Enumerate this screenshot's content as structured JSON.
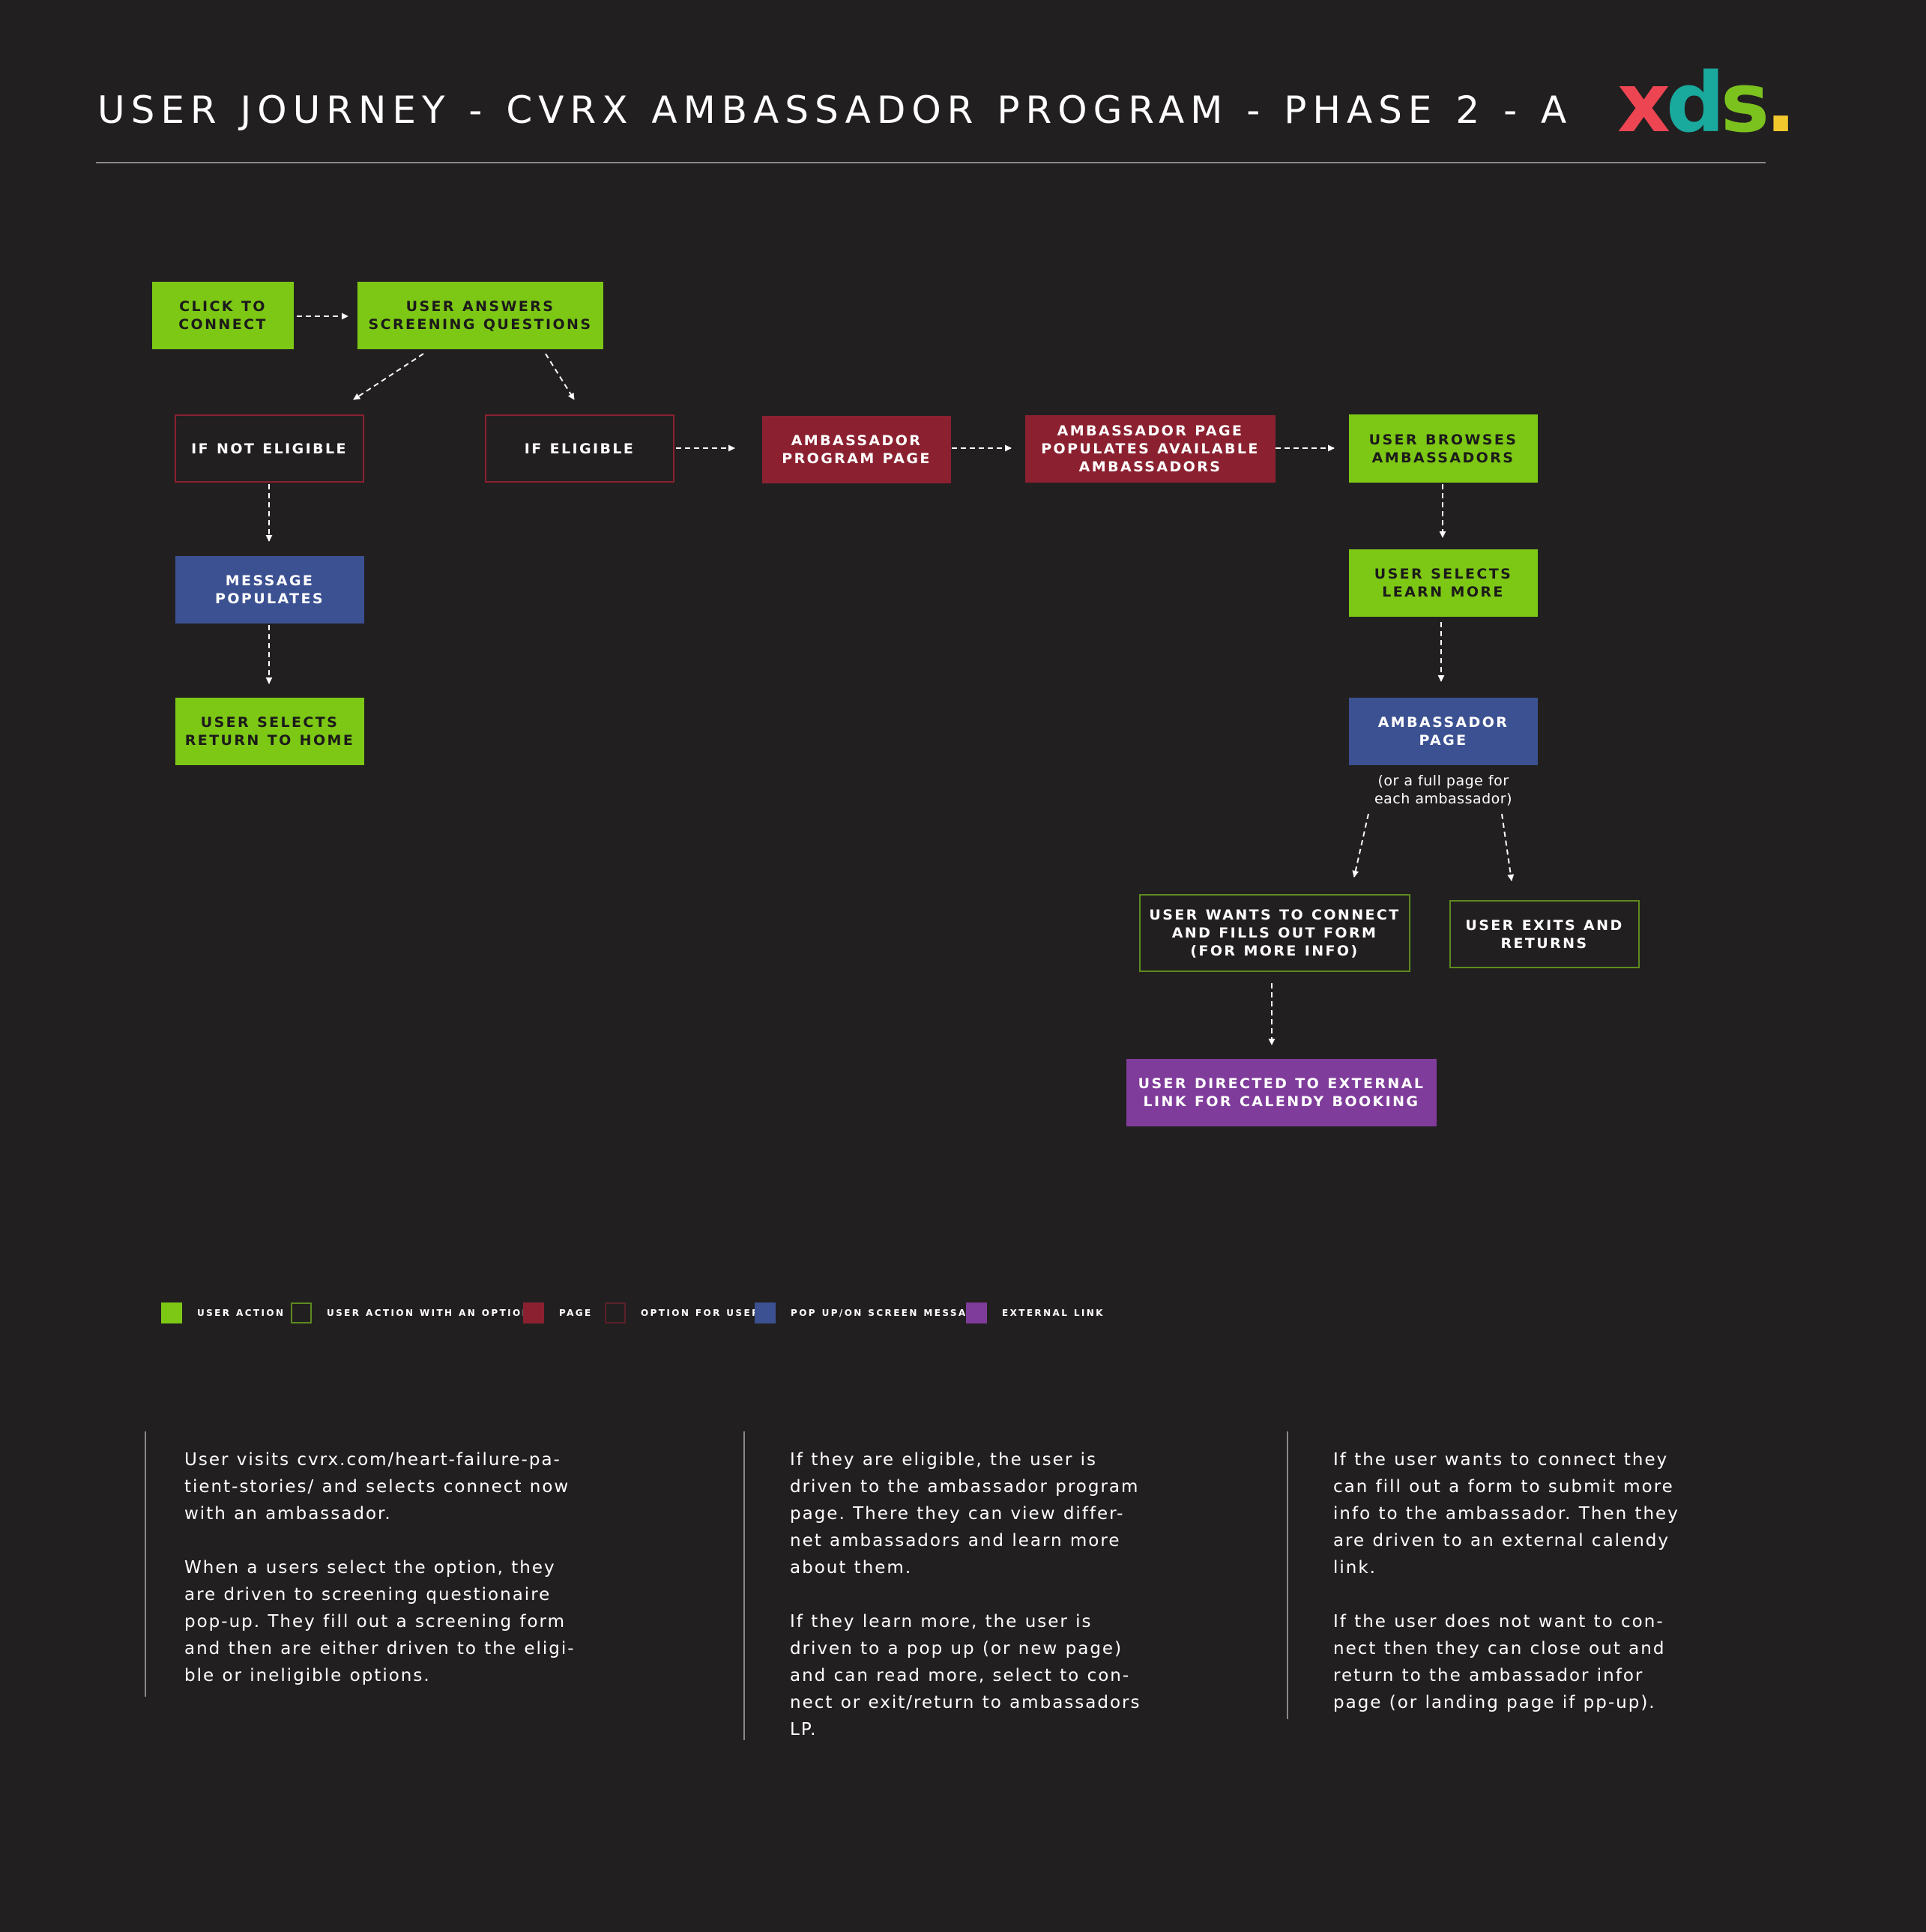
{
  "header": {
    "title": "USER JOURNEY - CVRX AMBASSADOR PROGRAM - PHASE 2 - A",
    "logo": {
      "x": "x",
      "d": "d",
      "s": "s",
      "dot": ".",
      "colors": {
        "x": "#ee4553",
        "d": "#19a99d",
        "s": "#7cc21f",
        "dot": "#f2c82c"
      }
    }
  },
  "nodes": {
    "click_to_connect": "CLICK TO\nCONNECT",
    "user_answers": "USER ANSWERS\nSCREENING QUESTIONS",
    "if_not_eligible": "IF NOT ELIGIBLE",
    "if_eligible": "IF ELIGIBLE",
    "message_populates": "MESSAGE\nPOPULATES",
    "user_selects_return_home": "USER SELECTS\nRETURN TO HOME",
    "ambassador_program_page": "AMBASSADOR\nPROGRAM PAGE",
    "ambassador_page_populates": "AMBASSADOR PAGE\nPOPULATES AVAILABLE\nAMBASSADORS",
    "user_browses": "USER BROWSES\nAMBASSADORS",
    "user_selects_learn_more": "USER SELECTS\nLEARN MORE",
    "ambassador_page": "AMBASSADOR\nPAGE",
    "ambassador_page_note": "(or a full page for\neach ambassador)",
    "user_wants_connect": "USER WANTS TO CONNECT\nAND FILLS OUT FORM\n(FOR MORE INFO)",
    "user_exits": "USER EXITS AND\nRETURNS",
    "user_directed_external": "USER DIRECTED TO EXTERNAL\nLINK FOR CALENDY BOOKING"
  },
  "colors": {
    "user_action": "#7cc815",
    "user_action_option": "#5e8a1f",
    "page": "#8b2130",
    "option_for_user": "#8b2130",
    "popup_message": "#3c5191",
    "external_link": "#7f3c9a",
    "background": "#221f20"
  },
  "legend": [
    {
      "label": "USER ACTION"
    },
    {
      "label": "USER ACTION WITH AN OPTION"
    },
    {
      "label": "PAGE"
    },
    {
      "label": "OPTION FOR USER"
    },
    {
      "label": "POP UP/ON SCREEN MESSAGE"
    },
    {
      "label": "EXTERNAL LINK"
    }
  ],
  "descriptions": {
    "col1": [
      "User visits cvrx.com/heart-failure-pa-\ntient-stories/ and selects connect now\nwith an ambassador.",
      "When a users select the option, they\nare driven to screening questionaire\npop-up. They fill out a screening form\nand then are either driven to the eligi-\nble or ineligible options."
    ],
    "col2": [
      "If they are eligible, the user is\ndriven to the ambassador program\npage. There they can view differ-\nnet ambassadors and learn more\nabout them.",
      "If they learn more, the user is\ndriven to a pop up (or new page)\nand can read more, select to con-\nnect or exit/return to ambassadors\nLP."
    ],
    "col3": [
      "If the user wants to connect they\ncan fill out a form to submit more\ninfo to the ambassador. Then they\nare driven to an external calendy\nlink.",
      "If the user does not want to con-\nnect then they can close out and\nreturn to the ambassador infor\npage (or landing page if pp-up)."
    ]
  }
}
